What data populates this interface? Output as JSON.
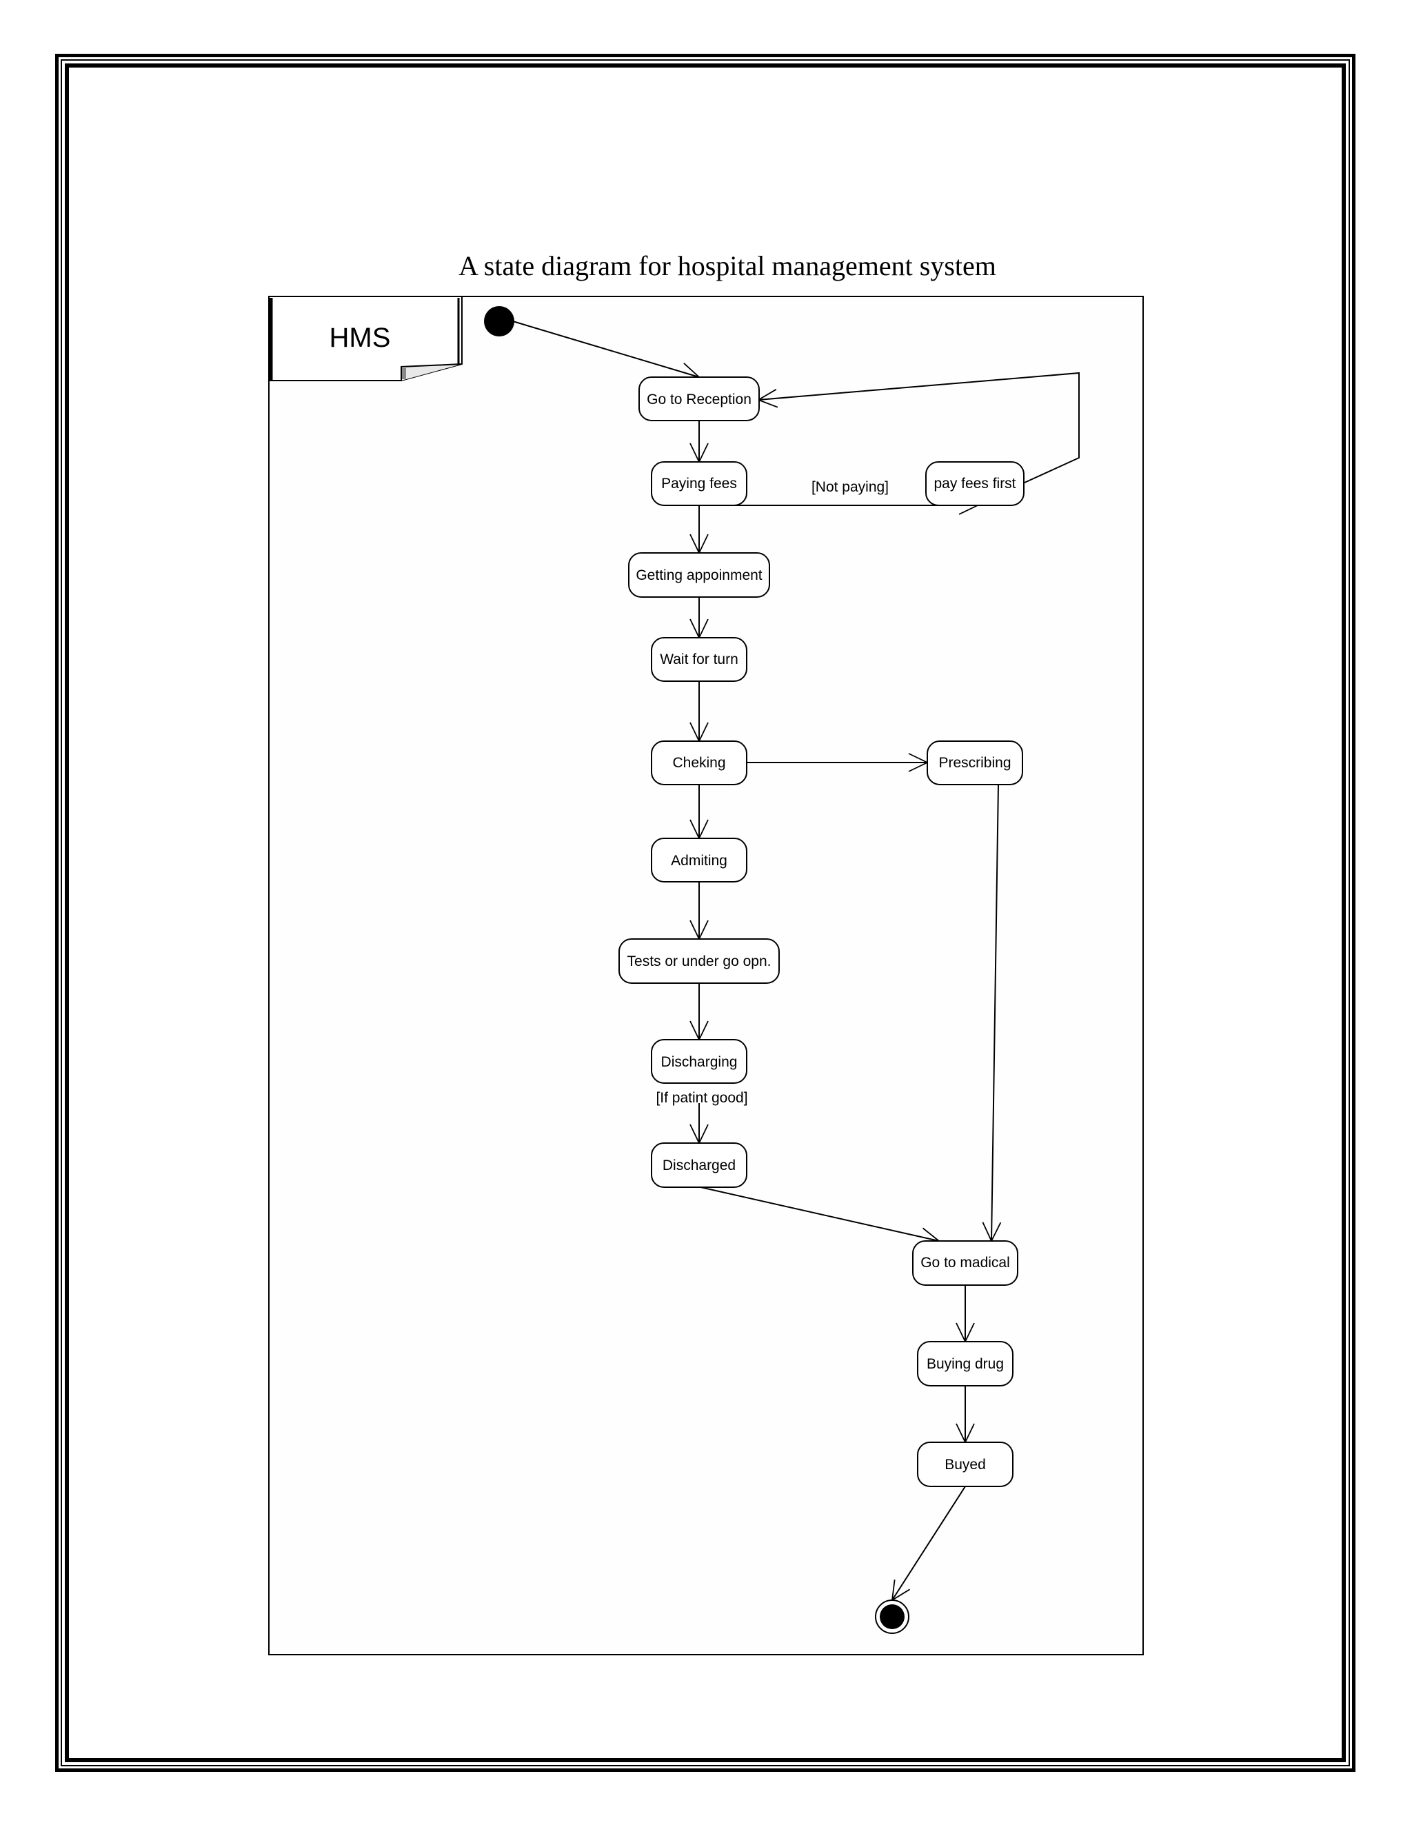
{
  "title": "A state diagram for hospital management system",
  "frame_label": "HMS",
  "states": {
    "go_to_reception": "Go to Reception",
    "paying_fees": "Paying fees",
    "pay_fees_first": "pay fees first",
    "getting_appointment": "Getting appoinment",
    "wait_for_turn": "Wait for turn",
    "cheking": "Cheking",
    "prescribing": "Prescribing",
    "admiting": "Admiting",
    "tests": "Tests or under go opn.",
    "discharging": "Discharging",
    "discharged": "Discharged",
    "go_to_medical": "Go to madical",
    "buying_drug": "Buying drug",
    "buyed": "Buyed"
  },
  "guards": {
    "not_paying": "[Not paying]",
    "if_patient_good": "[If patint good]"
  },
  "transitions": [
    {
      "from": "initial",
      "to": "Go to Reception"
    },
    {
      "from": "Go to Reception",
      "to": "Paying fees"
    },
    {
      "from": "Paying fees",
      "to": "pay fees first",
      "guard": "[Not paying]"
    },
    {
      "from": "pay fees first",
      "to": "Go to Reception"
    },
    {
      "from": "Paying fees",
      "to": "Getting appoinment"
    },
    {
      "from": "Getting appoinment",
      "to": "Wait for turn"
    },
    {
      "from": "Wait for turn",
      "to": "Cheking"
    },
    {
      "from": "Cheking",
      "to": "Prescribing"
    },
    {
      "from": "Cheking",
      "to": "Admiting"
    },
    {
      "from": "Admiting",
      "to": "Tests or under go opn."
    },
    {
      "from": "Tests or under go opn.",
      "to": "Discharging"
    },
    {
      "from": "Discharging",
      "to": "Discharged",
      "guard": "[If patint good]"
    },
    {
      "from": "Discharged",
      "to": "Go to madical"
    },
    {
      "from": "Prescribing",
      "to": "Go to madical"
    },
    {
      "from": "Go to madical",
      "to": "Buying drug"
    },
    {
      "from": "Buying drug",
      "to": "Buyed"
    },
    {
      "from": "Buyed",
      "to": "final"
    }
  ]
}
